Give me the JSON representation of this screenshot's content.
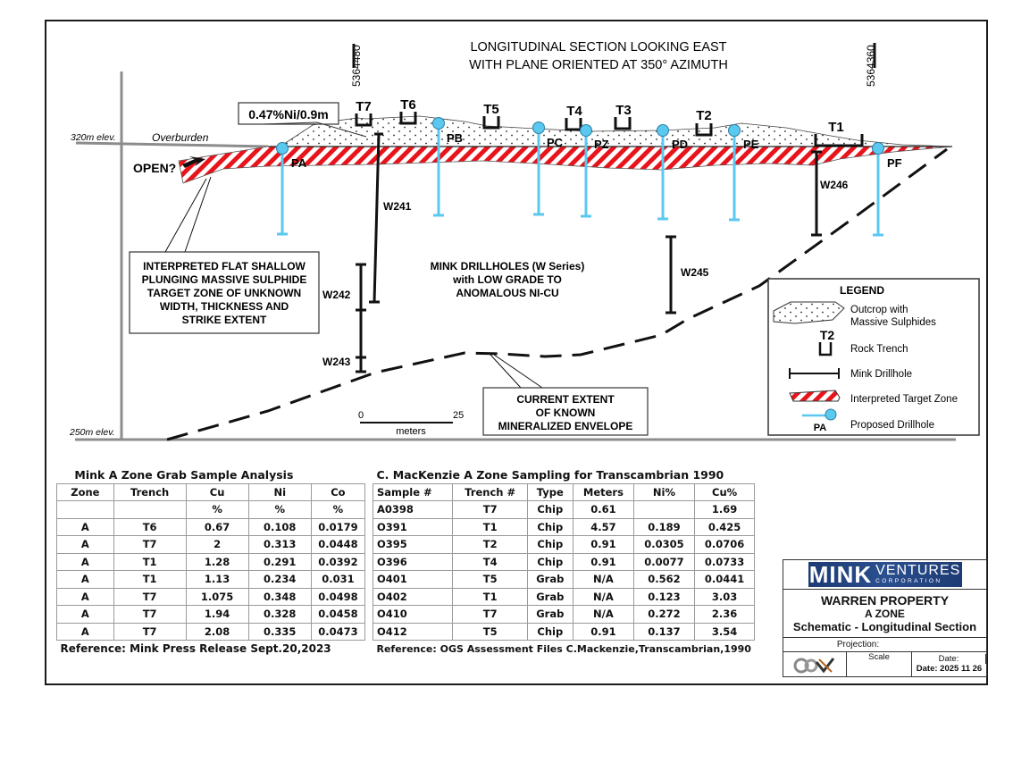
{
  "diagram": {
    "title_line1": "LONGITUDINAL SECTION LOOKING EAST",
    "title_line2": "WITH PLANE ORIENTED AT 350° AZIMUTH",
    "northing_left": "5364480",
    "northing_right": "5364360",
    "elev_top": "320m elev.",
    "elev_bottom": "250m elev.",
    "overburden": "Overburden",
    "open_label": "OPEN?",
    "assay_callout": "0.47%Ni/0.9m",
    "trenches": [
      "T7",
      "T6",
      "T5",
      "T4",
      "T3",
      "T2",
      "T1"
    ],
    "proposed_holes": [
      "PA",
      "PB",
      "PC",
      "PZ",
      "PD",
      "PE",
      "PF"
    ],
    "mink_holes": [
      "W241",
      "W242",
      "W243",
      "W245",
      "W246"
    ],
    "target_callout": [
      "INTERPRETED FLAT SHALLOW",
      "PLUNGING MASSIVE SULPHIDE",
      "TARGET ZONE OF UNKNOWN",
      "WIDTH, THICKNESS AND",
      "STRIKE EXTENT"
    ],
    "drillholes_note": [
      "MINK DRILLHOLES (W Series)",
      "with LOW GRADE TO",
      "ANOMALOUS NI-CU"
    ],
    "envelope_callout": [
      "CURRENT EXTENT",
      "OF KNOWN",
      "MINERALIZED ENVELOPE"
    ],
    "scale_bar": {
      "start": "0",
      "end": "25",
      "unit": "meters"
    },
    "colors": {
      "target_red": "#e8141c",
      "proposed_blue": "#5bc8f0",
      "drillhole": "#111111",
      "grid": "#8c8c8c"
    }
  },
  "legend": {
    "title": "LEGEND",
    "items": [
      {
        "label_line1": "Outcrop with",
        "label_line2": "Massive Sulphides",
        "icon": "outcrop-icon"
      },
      {
        "label_line1": "Rock Trench",
        "label_line2": "",
        "icon": "trench-icon",
        "sample": "T2"
      },
      {
        "label_line1": "Mink Drillhole",
        "label_line2": "",
        "icon": "drillhole-icon"
      },
      {
        "label_line1": "Interpreted Target Zone",
        "label_line2": "",
        "icon": "target-zone-icon"
      },
      {
        "label_line1": "Proposed Drillhole",
        "label_line2": "",
        "icon": "proposed-drillhole-icon",
        "sample": "PA"
      }
    ]
  },
  "table_grab": {
    "title": "Mink A Zone Grab Sample Analysis",
    "headers": [
      "Zone",
      "Trench",
      "Cu",
      "Ni",
      "Co"
    ],
    "units": [
      "",
      "",
      "%",
      "%",
      "%"
    ],
    "rows": [
      [
        "A",
        "T6",
        "0.67",
        "0.108",
        "0.0179"
      ],
      [
        "A",
        "T7",
        "2",
        "0.313",
        "0.0448"
      ],
      [
        "A",
        "T1",
        "1.28",
        "0.291",
        "0.0392"
      ],
      [
        "A",
        "T1",
        "1.13",
        "0.234",
        "0.031"
      ],
      [
        "A",
        "T7",
        "1.075",
        "0.348",
        "0.0498"
      ],
      [
        "A",
        "T7",
        "1.94",
        "0.328",
        "0.0458"
      ],
      [
        "A",
        "T7",
        "2.08",
        "0.335",
        "0.0473"
      ]
    ],
    "reference": "Reference: Mink Press Release Sept.20,2023"
  },
  "table_mackenzie": {
    "title": "C. MacKenzie A Zone Sampling for Transcambrian 1990",
    "headers": [
      "Sample #",
      "Trench #",
      "Type",
      "Meters",
      "Ni%",
      "Cu%"
    ],
    "rows": [
      [
        "A0398",
        "T7",
        "Chip",
        "0.61",
        "",
        "1.69"
      ],
      [
        "O391",
        "T1",
        "Chip",
        "4.57",
        "0.189",
        "0.425"
      ],
      [
        "O395",
        "T2",
        "Chip",
        "0.91",
        "0.0305",
        "0.0706"
      ],
      [
        "O396",
        "T4",
        "Chip",
        "0.91",
        "0.0077",
        "0.0733"
      ],
      [
        "O401",
        "T5",
        "Grab",
        "N/A",
        "0.562",
        "0.0441"
      ],
      [
        "O402",
        "T1",
        "Grab",
        "N/A",
        "0.123",
        "3.03"
      ],
      [
        "O410",
        "T7",
        "Grab",
        "N/A",
        "0.272",
        "2.36"
      ],
      [
        "O412",
        "T5",
        "Chip",
        "0.91",
        "0.137",
        "3.54"
      ]
    ],
    "reference": "Reference: OGS Assessment Files C.Mackenzie,Transcambrian,1990"
  },
  "title_block": {
    "logo_main": "MINK",
    "logo_sub1": "VENTURES",
    "logo_sub2": "CORPORATION",
    "property": "WARREN PROPERTY",
    "zone": "A ZONE",
    "subtitle": "Schematic - Longitudinal Section",
    "projection_label": "Projection:",
    "scale_label": "Scale",
    "date_label": "Date:",
    "date_value": "Date: 2025 11 26"
  }
}
